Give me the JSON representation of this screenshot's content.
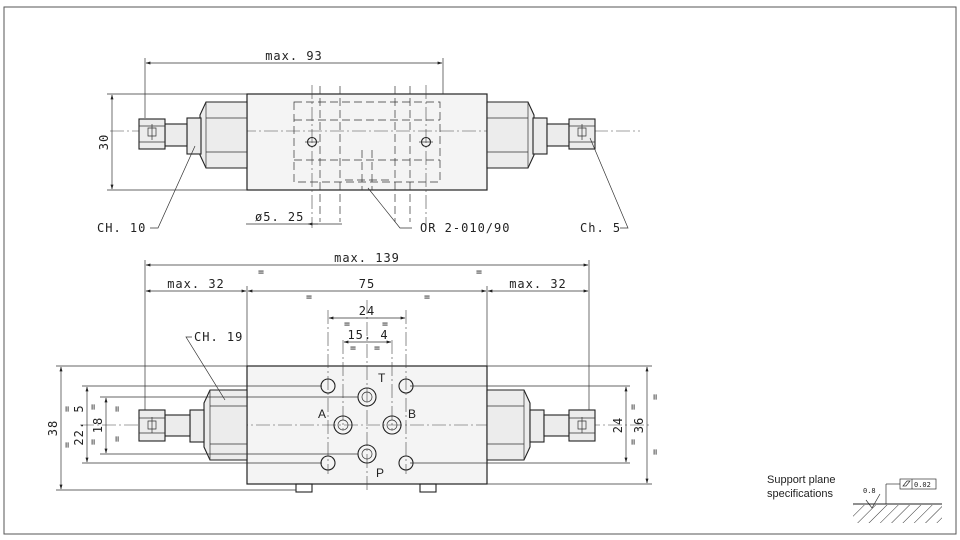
{
  "dims": {
    "top_width": "max. 93",
    "top_height": "30",
    "hole_dia": "ø5. 25",
    "total_width": "max. 139",
    "left_ext": "max. 32",
    "body_width": "75",
    "right_ext": "max. 32",
    "port_span": "24",
    "port_span_inner": "15. 4",
    "height_38": "38",
    "height_22_5": "22. 5",
    "height_18": "18",
    "height_24": "24",
    "height_36": "36",
    "equal_sign": "="
  },
  "labels": {
    "ch10": "CH. 10",
    "oring": "OR 2-010/90",
    "ch5": "Ch. 5",
    "ch19": "CH. 19"
  },
  "ports": {
    "t": "T",
    "a": "A",
    "b": "B",
    "p": "P"
  },
  "support": {
    "line1": "Support plane",
    "line2": "specifications",
    "roughness": "0.8",
    "flatness": "0.02"
  }
}
